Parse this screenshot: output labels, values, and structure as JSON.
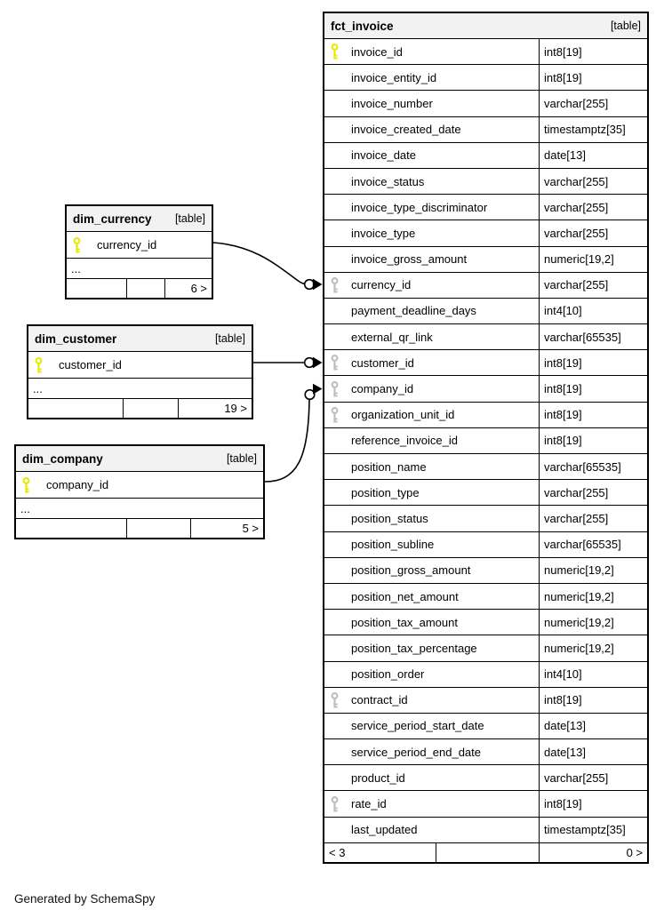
{
  "diagram": {
    "generated_by": "Generated by SchemaSpy",
    "colors": {
      "primary_key": "#e8e800",
      "foreign_key": "#bdbdbd",
      "table_header_bg": "#f2f2f2",
      "border": "#000000"
    }
  },
  "tables": {
    "fct_invoice": {
      "title": "fct_invoice",
      "badge": "[table]",
      "columns": [
        {
          "name": "invoice_id",
          "type": "int8[19]",
          "key": "pk"
        },
        {
          "name": "invoice_entity_id",
          "type": "int8[19]",
          "key": ""
        },
        {
          "name": "invoice_number",
          "type": "varchar[255]",
          "key": ""
        },
        {
          "name": "invoice_created_date",
          "type": "timestamptz[35]",
          "key": ""
        },
        {
          "name": "invoice_date",
          "type": "date[13]",
          "key": ""
        },
        {
          "name": "invoice_status",
          "type": "varchar[255]",
          "key": ""
        },
        {
          "name": "invoice_type_discriminator",
          "type": "varchar[255]",
          "key": ""
        },
        {
          "name": "invoice_type",
          "type": "varchar[255]",
          "key": ""
        },
        {
          "name": "invoice_gross_amount",
          "type": "numeric[19,2]",
          "key": ""
        },
        {
          "name": "currency_id",
          "type": "varchar[255]",
          "key": "fk"
        },
        {
          "name": "payment_deadline_days",
          "type": "int4[10]",
          "key": ""
        },
        {
          "name": "external_qr_link",
          "type": "varchar[65535]",
          "key": ""
        },
        {
          "name": "customer_id",
          "type": "int8[19]",
          "key": "fk"
        },
        {
          "name": "company_id",
          "type": "int8[19]",
          "key": "fk"
        },
        {
          "name": "organization_unit_id",
          "type": "int8[19]",
          "key": "fk"
        },
        {
          "name": "reference_invoice_id",
          "type": "int8[19]",
          "key": ""
        },
        {
          "name": "position_name",
          "type": "varchar[65535]",
          "key": ""
        },
        {
          "name": "position_type",
          "type": "varchar[255]",
          "key": ""
        },
        {
          "name": "position_status",
          "type": "varchar[255]",
          "key": ""
        },
        {
          "name": "position_subline",
          "type": "varchar[65535]",
          "key": ""
        },
        {
          "name": "position_gross_amount",
          "type": "numeric[19,2]",
          "key": ""
        },
        {
          "name": "position_net_amount",
          "type": "numeric[19,2]",
          "key": ""
        },
        {
          "name": "position_tax_amount",
          "type": "numeric[19,2]",
          "key": ""
        },
        {
          "name": "position_tax_percentage",
          "type": "numeric[19,2]",
          "key": ""
        },
        {
          "name": "position_order",
          "type": "int4[10]",
          "key": ""
        },
        {
          "name": "contract_id",
          "type": "int8[19]",
          "key": "fk"
        },
        {
          "name": "service_period_start_date",
          "type": "date[13]",
          "key": ""
        },
        {
          "name": "service_period_end_date",
          "type": "date[13]",
          "key": ""
        },
        {
          "name": "product_id",
          "type": "varchar[255]",
          "key": ""
        },
        {
          "name": "rate_id",
          "type": "int8[19]",
          "key": "fk"
        },
        {
          "name": "last_updated",
          "type": "timestamptz[35]",
          "key": ""
        }
      ],
      "footer": {
        "left": "< 3",
        "middle": "",
        "right": "0 >"
      }
    },
    "dim_currency": {
      "title": "dim_currency",
      "badge": "[table]",
      "columns": [
        {
          "name": "currency_id",
          "key": "pk"
        }
      ],
      "ellipsis": "...",
      "footer": {
        "left": "",
        "middle": "",
        "right": "6 >"
      }
    },
    "dim_customer": {
      "title": "dim_customer",
      "badge": "[table]",
      "columns": [
        {
          "name": "customer_id",
          "key": "pk"
        }
      ],
      "ellipsis": "...",
      "footer": {
        "left": "",
        "middle": "",
        "right": "19 >"
      }
    },
    "dim_company": {
      "title": "dim_company",
      "badge": "[table]",
      "columns": [
        {
          "name": "company_id",
          "key": "pk"
        }
      ],
      "ellipsis": "...",
      "footer": {
        "left": "",
        "middle": "",
        "right": "5 >"
      }
    }
  },
  "relationships": [
    {
      "from": "dim_currency.currency_id",
      "to": "fct_invoice.currency_id"
    },
    {
      "from": "dim_customer.customer_id",
      "to": "fct_invoice.customer_id"
    },
    {
      "from": "dim_company.company_id",
      "to": "fct_invoice.company_id"
    }
  ]
}
